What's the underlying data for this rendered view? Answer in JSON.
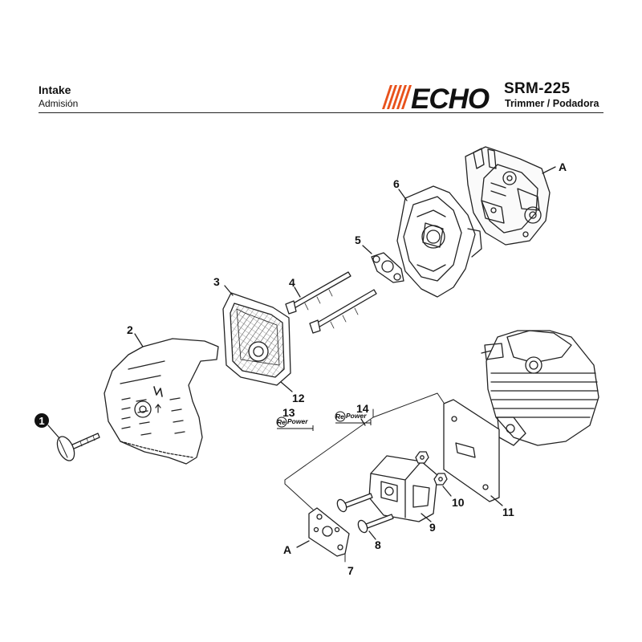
{
  "header": {
    "title": "Intake",
    "subtitle": "Admisión",
    "brand": "ECHO",
    "model": "SRM-225",
    "description": "Trimmer / Podadora"
  },
  "callouts": {
    "p1": "1",
    "p2": "2",
    "p3": "3",
    "p4": "4",
    "p5": "5",
    "p6": "6",
    "p7": "7",
    "p8": "8",
    "p9": "9",
    "p10": "10",
    "p11": "11",
    "p12": "12",
    "p13": "13",
    "p14": "14",
    "refA_top": "A",
    "refA_bottom": "A"
  },
  "repower": {
    "re": "Re",
    "power": "Power"
  },
  "colors": {
    "brand_orange": "#e8521c",
    "line": "#222222"
  }
}
